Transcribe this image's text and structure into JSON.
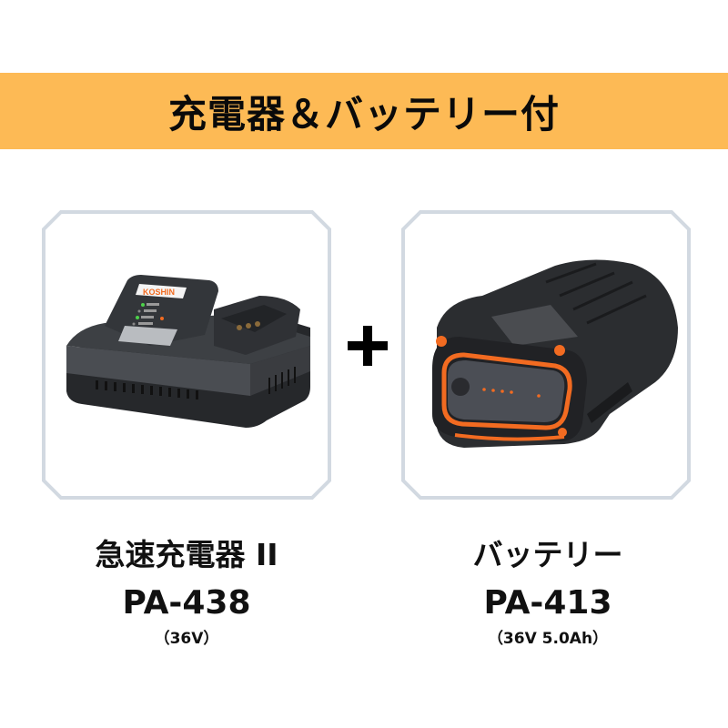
{
  "banner": {
    "title": "充電器＆バッテリー付",
    "background_color": "#fdba55"
  },
  "products": [
    {
      "image_icon": "charger-image",
      "name": "急速充電器 II",
      "model": "PA-438",
      "spec": "（36V）",
      "brand_label": "KOSHIN"
    },
    {
      "image_icon": "battery-image",
      "name": "バッテリー",
      "model": "PA-413",
      "spec": "（36V  5.0Ah）"
    }
  ],
  "connector": {
    "symbol": "+",
    "icon": "plus-icon"
  },
  "colors": {
    "frame_border": "#d2d9e1",
    "accent_orange": "#f26b21",
    "product_dark": "#2b2d30"
  }
}
